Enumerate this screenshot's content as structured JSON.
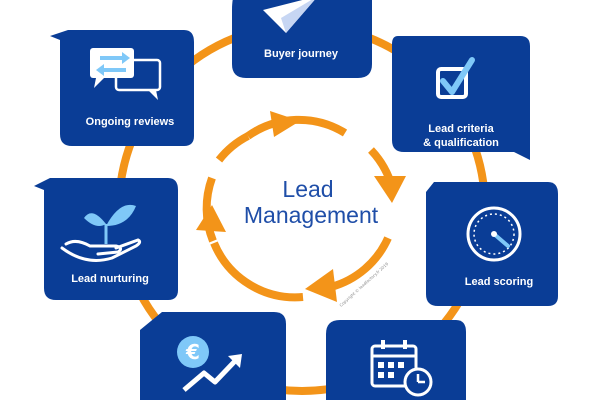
{
  "center": {
    "line1": "Lead",
    "line2": "Management"
  },
  "stages": [
    {
      "label": "Buyer journey",
      "icon": "paper-plane-icon"
    },
    {
      "label_line1": "Lead criteria",
      "label_line2": "& qualification",
      "icon": "checkbox-icon"
    },
    {
      "label": "Lead scoring",
      "icon": "gauge-icon"
    },
    {
      "label": "",
      "icon": "calendar-clock-icon"
    },
    {
      "label": "",
      "icon": "euro-growth-icon"
    },
    {
      "label": "Lead nurturing",
      "icon": "plant-hand-icon"
    },
    {
      "label": "Ongoing reviews",
      "icon": "chat-exchange-icon"
    }
  ],
  "copyright": "Copyright © leadfactory.fr 2019",
  "colors": {
    "blue": "#0a3d96",
    "orange": "#f39419",
    "center_text": "#1f4ea8"
  }
}
